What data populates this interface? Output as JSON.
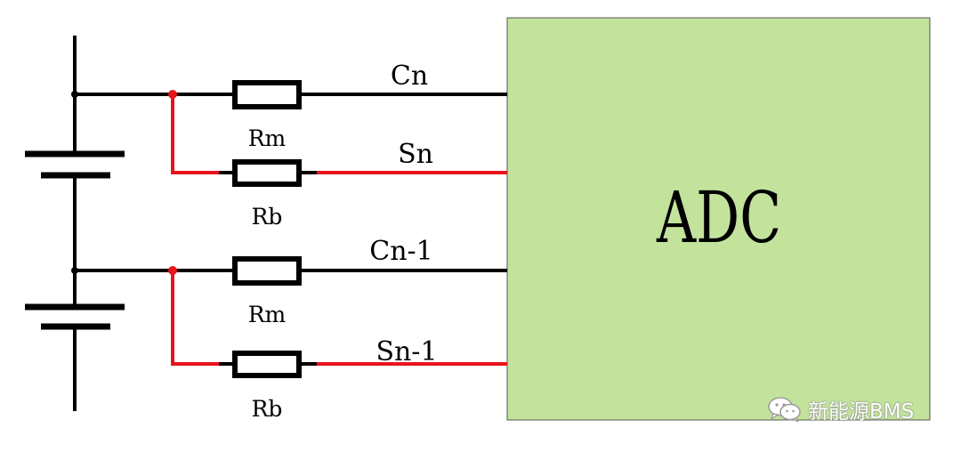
{
  "diagram": {
    "block_label": "ADC",
    "resistor_labels": [
      "Rm",
      "Rb",
      "Rm",
      "Rb"
    ],
    "line_labels": [
      "Cn",
      "Sn",
      "Cn-1",
      "Sn-1"
    ],
    "colors": {
      "adc_fill": "#c3e39c",
      "wire": "#000000",
      "sense_wire": "#e8141b",
      "node": "#e8141b"
    }
  },
  "watermark": {
    "text": "新能源BMS",
    "icon": "wechat-icon"
  }
}
